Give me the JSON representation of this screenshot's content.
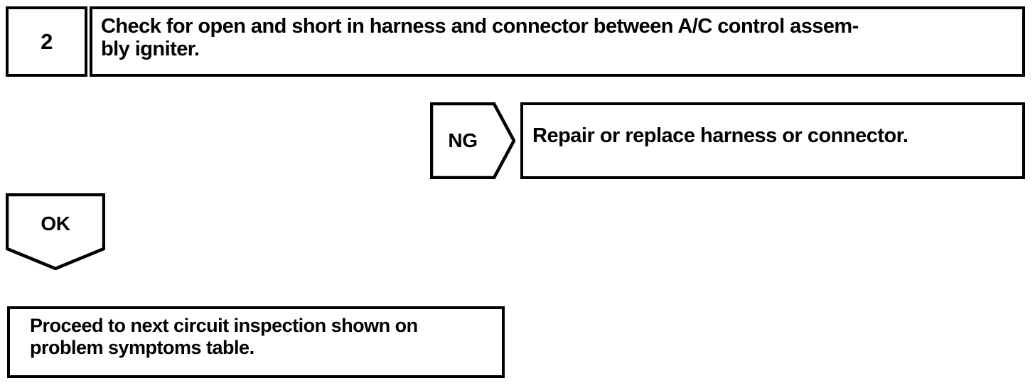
{
  "page": {
    "background_color": "#ffffff",
    "line_color": "#000000",
    "text_color": "#000000"
  },
  "step": {
    "number": "2",
    "instruction": "Check for open and short in harness and connector between A/C control assem-\nbly igniter."
  },
  "branches": {
    "ng": {
      "label": "NG",
      "result_text": "Repair or replace harness or connector."
    },
    "ok": {
      "label": "OK",
      "result_text": "Proceed to next circuit inspection shown on\nproblem symptoms table."
    }
  }
}
